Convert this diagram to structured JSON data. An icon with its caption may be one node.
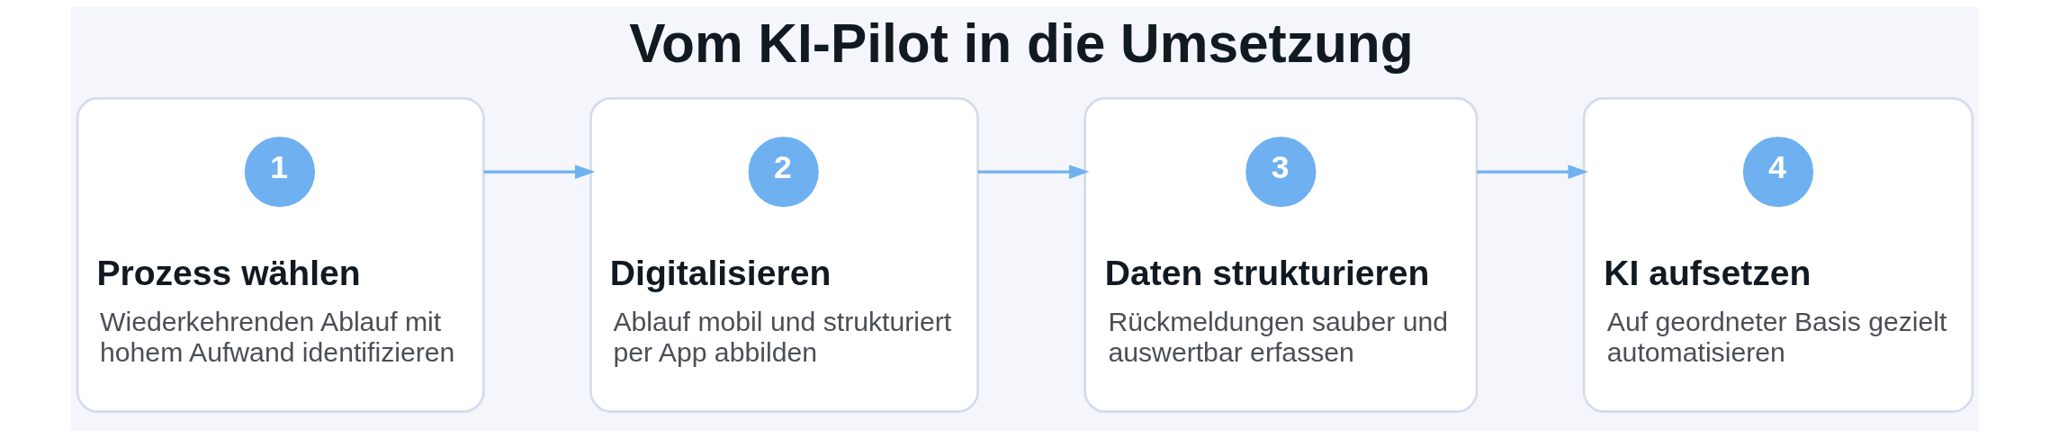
{
  "diagram": {
    "title": "Vom KI-Pilot in die Umsetzung",
    "nodes": [
      {
        "text": [
          "Prozess wählen",
          "Wiederkehrenden Ablauf mit hohem Aufwand identifizieren"
        ]
      },
      {
        "text": [
          "1"
        ],
        "in": 0
      },
      {
        "text": [
          "Digitalisieren",
          "Ablauf mobil und strukturiert per App abbilden"
        ]
      },
      {
        "text": [
          "2"
        ],
        "in": 2
      },
      {
        "text": [
          "Daten strukturieren",
          "Rückmeldungen sauber und auswertbar erfassen"
        ]
      },
      {
        "text": [
          "3"
        ],
        "in": 4
      },
      {
        "text": [
          "KI aufsetzen",
          "Auf geordneter Basis gezielt automatisieren"
        ]
      },
      {
        "text": [
          "4"
        ],
        "in": 6
      }
    ],
    "edges": [
      {
        "from": 0,
        "to": 2,
        "arrow": "to"
      },
      {
        "from": 2,
        "to": 4,
        "arrow": "to"
      },
      {
        "from": 4,
        "to": 6,
        "arrow": "to"
      }
    ]
  }
}
